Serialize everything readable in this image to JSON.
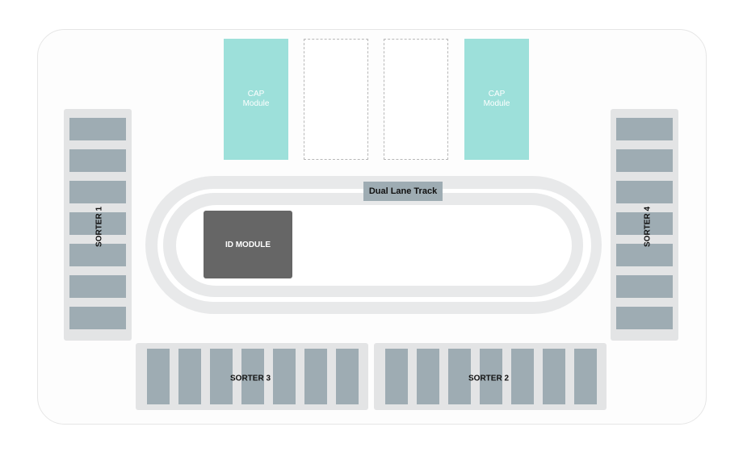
{
  "colors": {
    "cap_module": "#9de0da",
    "sorter_cell": "#9eacb3",
    "sorter_frame": "#e3e4e5",
    "track": "#e8e9ea",
    "id_module": "#666666"
  },
  "modules": {
    "cap_left": "CAP\nModule",
    "cap_right": "CAP\nModule",
    "empty_slots": 2
  },
  "track": {
    "label": "Dual Lane Track"
  },
  "id_module": {
    "label": "ID MODULE"
  },
  "sorters": {
    "sorter1": {
      "label": "SORTER 1",
      "cells": 7
    },
    "sorter2": {
      "label": "SORTER 2",
      "cells": 7
    },
    "sorter3": {
      "label": "SORTER 3",
      "cells": 7
    },
    "sorter4": {
      "label": "SORTER 4",
      "cells": 7
    }
  }
}
